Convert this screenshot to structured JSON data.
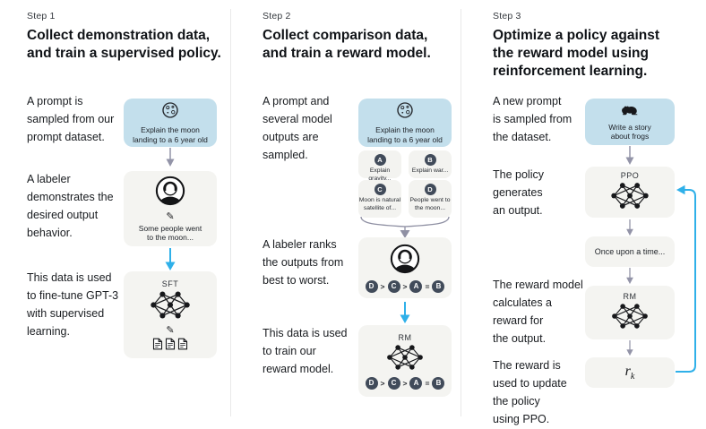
{
  "colors": {
    "prompt_card_bg": "#c3dfec",
    "card_bg": "#f4f4f1",
    "badge_bg": "#414b5a",
    "blue_arrow": "#2fb0e9",
    "gray_arrow": "#9394a8",
    "divider": "#e9e9e9"
  },
  "glyphs": {
    "pencil": "✎"
  },
  "ranking": {
    "l1": "D",
    "s1": ">",
    "l2": "C",
    "s2": ">",
    "l3": "A",
    "s3": "=",
    "l4": "B"
  },
  "columns": [
    {
      "step_label": "Step 1",
      "heading": "Collect demonstration data,\nand train a supervised policy.",
      "p1": "A prompt is\nsampled from our\nprompt dataset.",
      "p2": "A labeler\ndemonstrates the\ndesired output\nbehavior.",
      "p3": "This data is used\nto fine-tune GPT-3\nwith supervised\nlearning.",
      "cards": {
        "prompt": {
          "icon": "moon-icon",
          "text": "Explain the moon\nlanding to a 6 year old"
        },
        "labeler": {
          "icon": "labeler-avatar-icon",
          "text": "Some people went\nto the moon..."
        },
        "sft": {
          "title": "SFT",
          "icon": "neural-network-icon",
          "docs_icon": "documents-icon"
        }
      }
    },
    {
      "step_label": "Step 2",
      "heading": "Collect comparison data,\nand train a reward model.",
      "p1": "A prompt and\nseveral model\noutputs are\nsampled.",
      "p2": "A labeler ranks\nthe outputs from\nbest to worst.",
      "p3": "This data is used\nto train our\nreward model.",
      "cards": {
        "prompt": {
          "icon": "moon-icon",
          "text": "Explain the moon\nlanding to a 6 year old"
        },
        "labeler": {
          "icon": "labeler-avatar-icon"
        },
        "rm": {
          "title": "RM",
          "icon": "neural-network-icon"
        }
      },
      "options": [
        {
          "letter": "A",
          "text": "Explain gravity..."
        },
        {
          "letter": "B",
          "text": "Explain war..."
        },
        {
          "letter": "C",
          "text": "Moon is natural\nsatellite of..."
        },
        {
          "letter": "D",
          "text": "People went to\nthe moon..."
        }
      ]
    },
    {
      "step_label": "Step 3",
      "heading": "Optimize a policy against\nthe reward model using\nreinforcement learning.",
      "p1": "A new prompt\nis sampled from\nthe dataset.",
      "p2": "The policy\ngenerates\nan output.",
      "p3": "The reward model\ncalculates a\nreward for\nthe output.",
      "p4": "The reward is\nused to update\nthe policy\nusing PPO.",
      "cards": {
        "prompt": {
          "icon": "frog-icon",
          "text": "Write a story\nabout frogs"
        },
        "ppo": {
          "title": "PPO",
          "icon": "neural-network-icon"
        },
        "output": {
          "text": "Once upon a time..."
        },
        "rm": {
          "title": "RM",
          "icon": "neural-network-icon"
        },
        "reward": {
          "base": "r",
          "sub": "k"
        }
      }
    }
  ]
}
